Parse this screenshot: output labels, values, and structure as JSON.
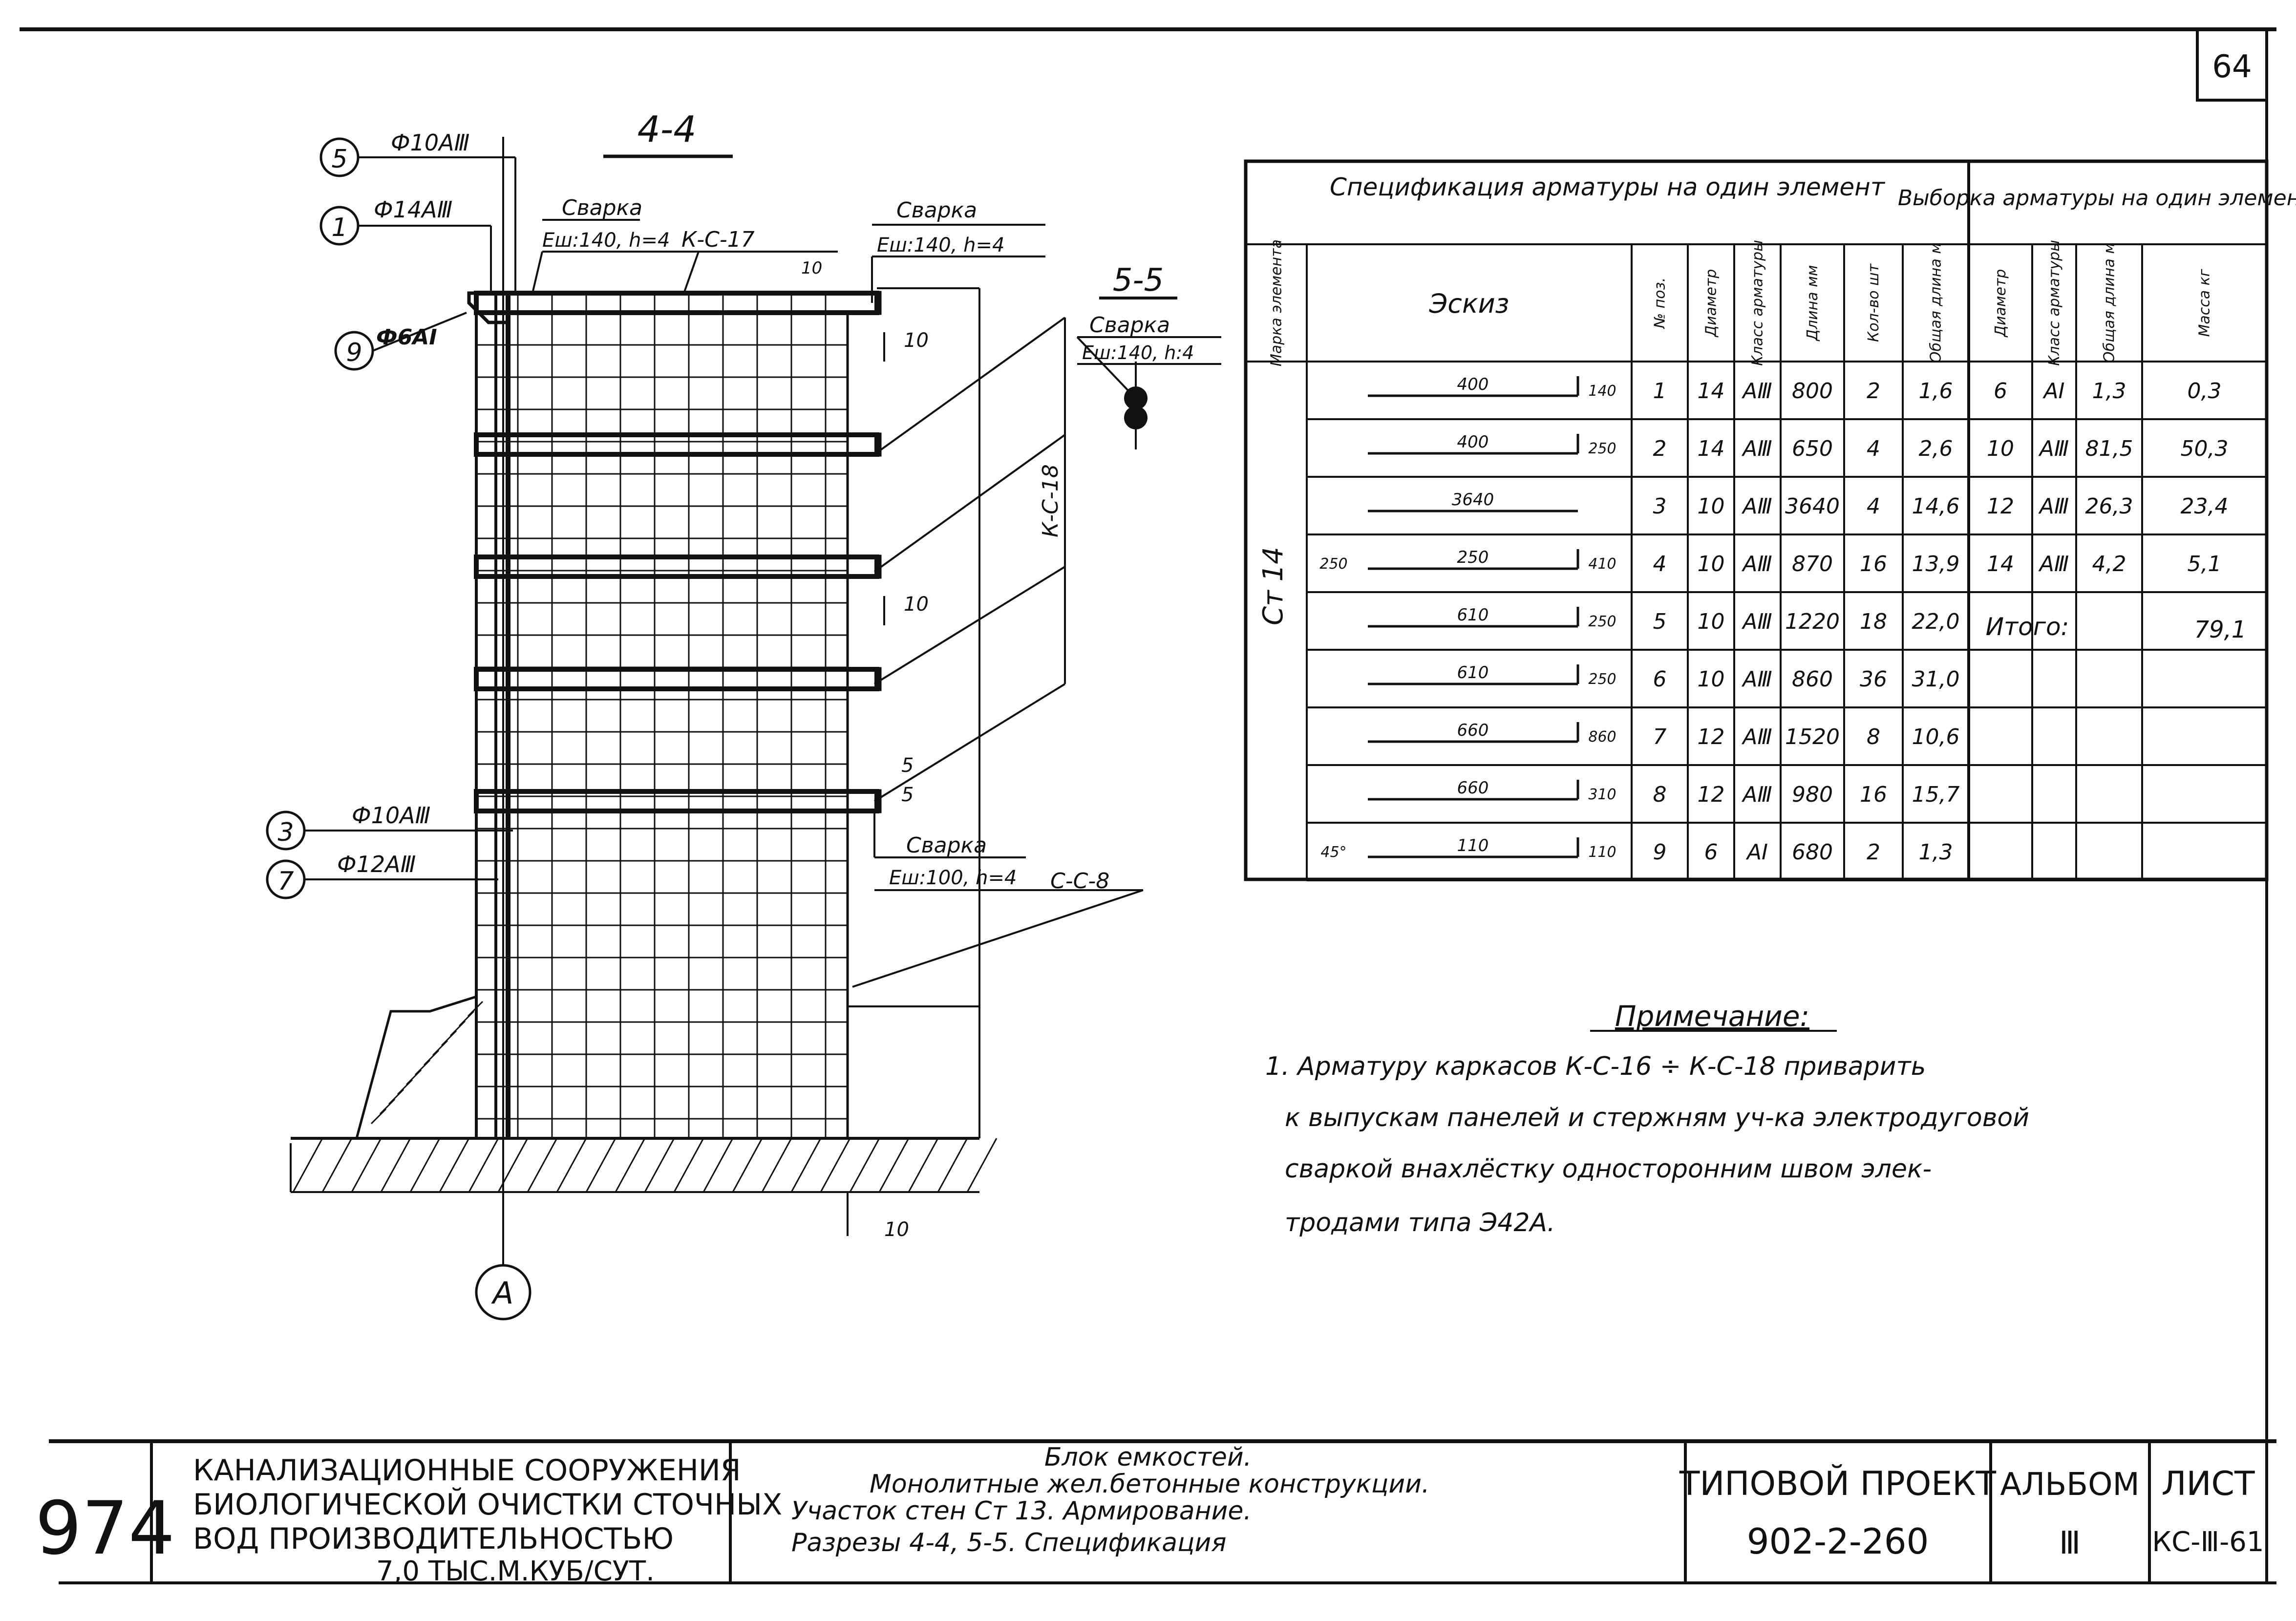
{
  "page_number": "64",
  "section_4_4": {
    "title": "4-4",
    "callouts": [
      {
        "num": "5",
        "label": "Ф10АⅢ"
      },
      {
        "num": "1",
        "label": "Ф14АⅢ"
      },
      {
        "num": "9",
        "label": "Ф6АⅠ"
      },
      {
        "num": "3",
        "label": "Ф10АⅢ"
      },
      {
        "num": "7",
        "label": "Ф12АⅢ"
      }
    ],
    "welds": [
      {
        "title": "Сварка",
        "detail": "Еш:140, h=4",
        "frame": "К-С-17"
      },
      {
        "title": "Сварка",
        "detail": "Еш:140, h=4"
      },
      {
        "title": "Сварка",
        "detail": "Еш:100, h=4",
        "frame": "С-С-8"
      }
    ],
    "frame_vertical": "К-С-18",
    "dims": [
      "10",
      "10",
      "10",
      "5",
      "5",
      "10"
    ],
    "axis": "А"
  },
  "section_5_5": {
    "title": "5-5",
    "weld_title": "Сварка",
    "weld_detail": "Еш:140, h:4"
  },
  "spec_table": {
    "header_left": "Спецификация арматуры на один элемент",
    "header_right": "Выборка арматуры на один элемент",
    "columns": [
      "Марка элемента",
      "Эскиз",
      "№ поз.",
      "Диаметр",
      "Класс арматуры",
      "Длина мм",
      "Кол-во шт",
      "Общая длина м",
      "Диаметр",
      "Класс арматуры",
      "Общая длина м",
      "Масса кг"
    ],
    "element_mark": "Ст 14",
    "rows": [
      {
        "sketch": [
          "400",
          "140"
        ],
        "pos": "1",
        "dia": "14",
        "cls": "АⅢ",
        "len": "800",
        "qty": "2",
        "total": "1,6"
      },
      {
        "sketch": [
          "400",
          "250"
        ],
        "pos": "2",
        "dia": "14",
        "cls": "АⅢ",
        "len": "650",
        "qty": "4",
        "total": "2,6"
      },
      {
        "sketch": [
          "3640"
        ],
        "pos": "3",
        "dia": "10",
        "cls": "АⅢ",
        "len": "3640",
        "qty": "4",
        "total": "14,6"
      },
      {
        "sketch": [
          "250",
          "410",
          "250"
        ],
        "pos": "4",
        "dia": "10",
        "cls": "АⅢ",
        "len": "870",
        "qty": "16",
        "total": "13,9"
      },
      {
        "sketch": [
          "610",
          "250"
        ],
        "pos": "5",
        "dia": "10",
        "cls": "АⅢ",
        "len": "1220",
        "qty": "18",
        "total": "22,0"
      },
      {
        "sketch": [
          "610",
          "250"
        ],
        "pos": "6",
        "dia": "10",
        "cls": "АⅢ",
        "len": "860",
        "qty": "36",
        "total": "31,0"
      },
      {
        "sketch": [
          "660",
          "860"
        ],
        "pos": "7",
        "dia": "12",
        "cls": "АⅢ",
        "len": "1520",
        "qty": "8",
        "total": "10,6"
      },
      {
        "sketch": [
          "660",
          "310"
        ],
        "pos": "8",
        "dia": "12",
        "cls": "АⅢ",
        "len": "980",
        "qty": "16",
        "total": "15,7"
      },
      {
        "sketch": [
          "110",
          "110",
          "45°"
        ],
        "pos": "9",
        "dia": "6",
        "cls": "АⅠ",
        "len": "680",
        "qty": "2",
        "total": "1,3"
      }
    ],
    "selection": [
      {
        "dia": "6",
        "cls": "АⅠ",
        "total": "1,3",
        "mass": "0,3"
      },
      {
        "dia": "10",
        "cls": "АⅢ",
        "total": "81,5",
        "mass": "50,3"
      },
      {
        "dia": "12",
        "cls": "АⅢ",
        "total": "26,3",
        "mass": "23,4"
      },
      {
        "dia": "14",
        "cls": "АⅢ",
        "total": "4,2",
        "mass": "5,1"
      }
    ],
    "total_label": "Итого:",
    "total_mass": "79,1"
  },
  "note": {
    "title": "Примечание:",
    "lines": [
      "1. Арматуру каркасов К-С-16 ÷ К-С-18 приварить",
      "к выпускам панелей и стержням уч-ка электродуговой",
      "сваркой внахлёстку односторонним швом элек-",
      "тродами типа Э42А."
    ]
  },
  "title_block": {
    "sheet_code": "974",
    "organization": [
      "КАНАЛИЗАЦИОННЫЕ СООРУЖЕНИЯ",
      "БИОЛОГИЧЕСКОЙ ОЧИСТКИ СТОЧНЫХ",
      "ВОД ПРОИЗВОДИТЕЛЬНОСТЬЮ",
      "7,0 ТЫС.М.КУБ/СУТ."
    ],
    "description": [
      "Блок емкостей.",
      "Монолитные жел.бетонные конструкции.",
      "Участок стен Ст 13. Армирование.",
      "Разрезы 4-4, 5-5. Спецификация"
    ],
    "project_label": "ТИПОВОЙ ПРОЕКТ",
    "project_number": "902-2-260",
    "album_label": "АЛЬБОМ",
    "album_number": "Ⅲ",
    "sheet_label": "ЛИСТ",
    "sheet_number": "КС-Ⅲ-61"
  }
}
